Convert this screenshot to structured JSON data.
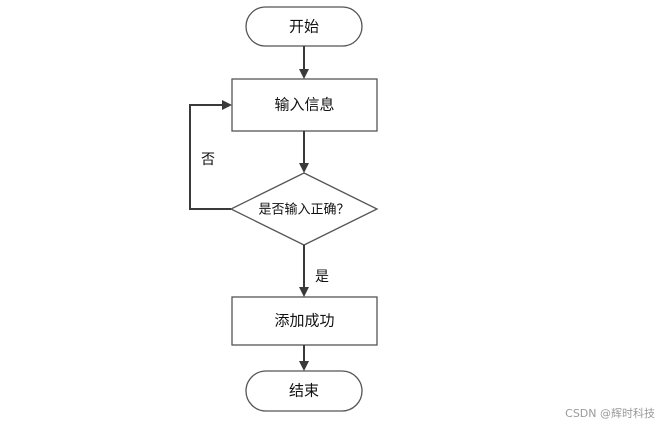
{
  "diagram": {
    "nodes": {
      "start": "开始",
      "input": "输入信息",
      "check": "是否输入正确？",
      "success": "添加成功",
      "end": "结束"
    },
    "edges": {
      "no_label": "否",
      "yes_label": "是"
    }
  },
  "watermark": "CSDN @辉时科技"
}
